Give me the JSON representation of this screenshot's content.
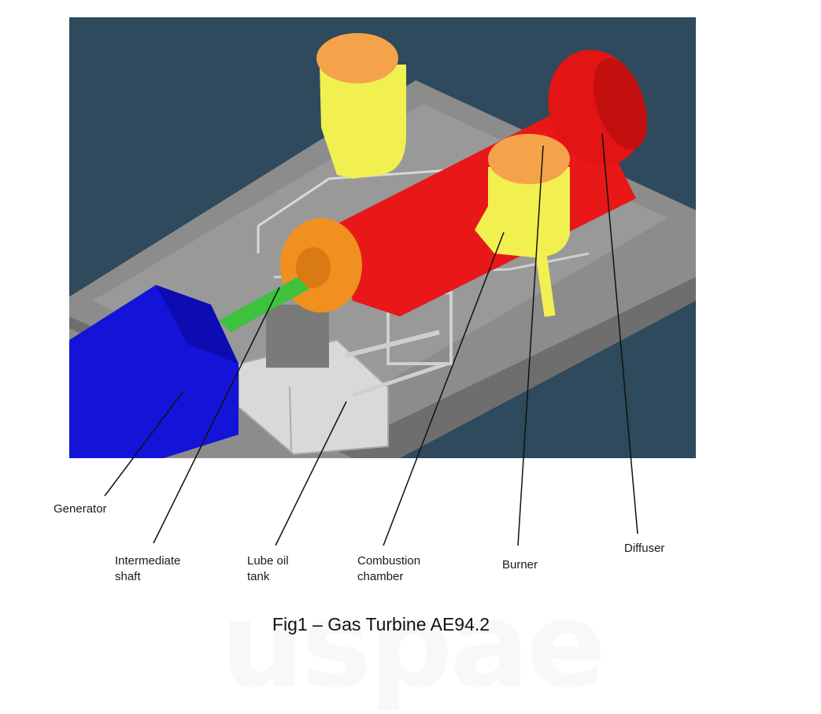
{
  "labels": {
    "generator": "Generator",
    "intermediate_shaft": "Intermediate\nshaft",
    "lube_oil_tank": "Lube oil\ntank",
    "combustion_chamber": "Combustion\nchamber",
    "burner": "Burner",
    "diffuser": "Diffuser"
  },
  "caption": "Fig1 – Gas Turbine AE94.2",
  "watermark": "uspae",
  "colors": {
    "background": "#2e4a5c",
    "platform": "#8a8a8a",
    "generator": "#1414d8",
    "shaft": "#3cc23c",
    "turbine_body": "#e81818",
    "intake_flange": "#f0901e",
    "combustion_chamber": "#f2f050",
    "burner_cap": "#f5a34a",
    "equipment": "#d4d4d4"
  }
}
